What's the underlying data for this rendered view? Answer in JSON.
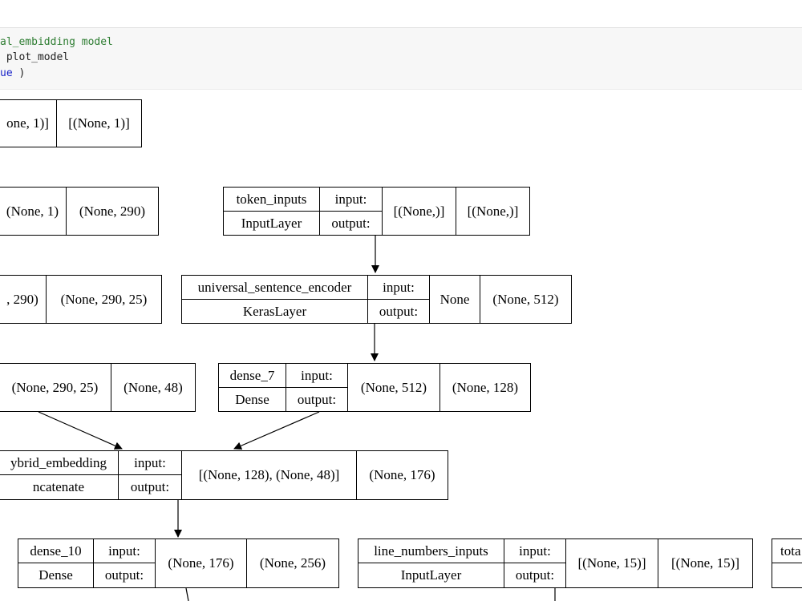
{
  "code": {
    "line1_comment": "al_embidding model",
    "line2": " plot_model",
    "line3_keyword": "ue",
    "line3_rest": " )"
  },
  "nodes": {
    "top_partial": {
      "input_shape": "one, 1)]",
      "output_shape": "[(None, 1)]"
    },
    "row2_partial": {
      "input_shape": "(None, 1)",
      "output_shape": "(None, 290)"
    },
    "token_inputs": {
      "name": "token_inputs",
      "type": "InputLayer",
      "input_label": "input:",
      "output_label": "output:",
      "input_shape": "[(None,)]",
      "output_shape": "[(None,)]"
    },
    "row3_partial": {
      "input_shape": ", 290)",
      "output_shape": "(None, 290, 25)"
    },
    "use": {
      "name": "universal_sentence_encoder",
      "type": "KerasLayer",
      "input_label": "input:",
      "output_label": "output:",
      "input_shape": "None",
      "output_shape": "(None, 512)"
    },
    "row4_partial": {
      "input_shape": "(None, 290, 25)",
      "output_shape": "(None, 48)"
    },
    "dense_7": {
      "name": "dense_7",
      "type": "Dense",
      "input_label": "input:",
      "output_label": "output:",
      "input_shape": "(None, 512)",
      "output_shape": "(None, 128)"
    },
    "hybrid_embedding": {
      "name": "ybrid_embedding",
      "type": "ncatenate",
      "input_label": "input:",
      "output_label": "output:",
      "input_shape": "[(None, 128), (None, 48)]",
      "output_shape": "(None, 176)"
    },
    "dense_10": {
      "name": "dense_10",
      "type": "Dense",
      "input_label": "input:",
      "output_label": "output:",
      "input_shape": "(None, 176)",
      "output_shape": "(None, 256)"
    },
    "line_numbers_inputs": {
      "name": "line_numbers_inputs",
      "type": "InputLayer",
      "input_label": "input:",
      "output_label": "output:",
      "input_shape": "[(None, 15)]",
      "output_shape": "[(None, 15)]"
    },
    "total_partial": {
      "name": "tota"
    }
  }
}
